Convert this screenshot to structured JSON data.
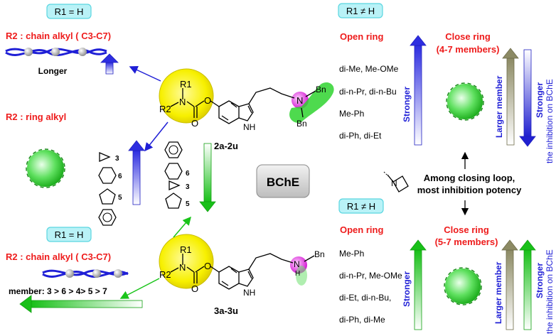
{
  "colors": {
    "red": "#ee1c1c",
    "blue": "#1f1fd6",
    "green": "#19c419",
    "yellow": "#f5f000",
    "magenta": "#e62ee6",
    "cyan_box": "#b9f2f7",
    "olive": "#8c8a64"
  },
  "left_top": {
    "r1_box": "R1 = H",
    "r2_title": "R2 : chain alkyl  ( C3-C7)",
    "longer": "Longer"
  },
  "left_mid": {
    "r2_title": "R2 : ring alkyl",
    "ring_sizes": [
      "3",
      "6",
      "5"
    ]
  },
  "center": {
    "ring_sizes": [
      "6",
      "3",
      "5"
    ],
    "compound_top": "2a-2u",
    "compound_bottom": "3a-3u",
    "bche": "BChE"
  },
  "left_bottom": {
    "r1_box": "R1 = H",
    "r2_title": "R2 : chain alkyl  ( C3-C7)",
    "member_order": "member: 3 > 6 > 4> 5 > 7"
  },
  "right_top": {
    "r1_box": "R1 ≠ H",
    "open_ring": "Open ring",
    "close_ring": "Close ring",
    "close_members": "(4-7 members)",
    "items": [
      "di-Me, Me-OMe",
      "di-n-Pr, di-n-Bu",
      "Me-Ph",
      "di-Ph, di-Et"
    ],
    "stronger": "Stronger",
    "larger_member": "Larger member",
    "stronger_inhib_1": "Stronger",
    "stronger_inhib_2": "the inhibition on BChE"
  },
  "middle_note": {
    "line1": "Among closing loop,",
    "line2": "most inhibition potency"
  },
  "right_bottom": {
    "r1_box": "R1 ≠ H",
    "open_ring": "Open ring",
    "close_ring": "Close ring",
    "close_members": "(5-7 members)",
    "items": [
      "Me-Ph",
      "di-n-Pr, Me-OMe",
      "di-Et, di-n-Bu,",
      "di-Ph, di-Me"
    ],
    "stronger": "Stronger",
    "larger_member": "Larger member",
    "stronger_inhib_1": "Stronger",
    "stronger_inhib_2": "the inhibition on BChE"
  },
  "molecule_labels": {
    "r1": "R1",
    "r2": "R2",
    "n": "N",
    "o": "O",
    "nh": "NH",
    "h": "H",
    "bn": "Bn"
  }
}
